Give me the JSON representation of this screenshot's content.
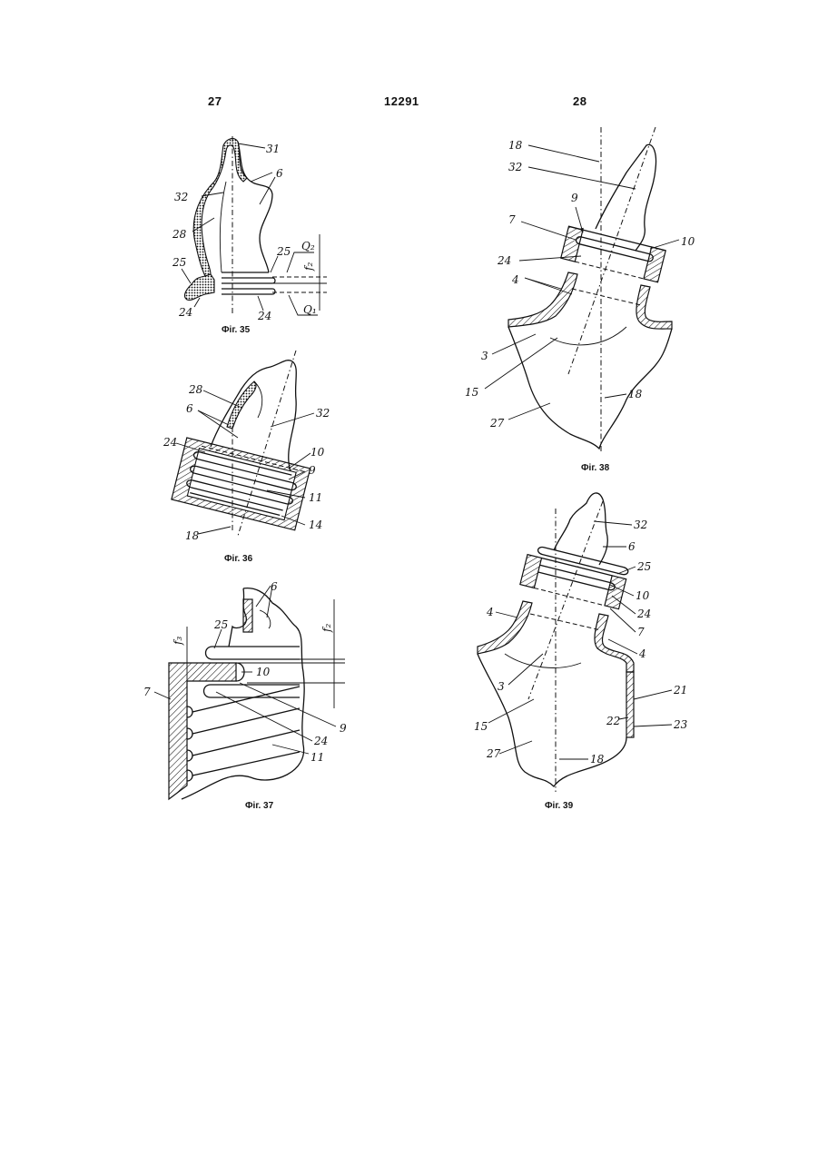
{
  "header": {
    "page_left": "27",
    "doc_number": "12291",
    "page_right": "28"
  },
  "figures": {
    "fig35": {
      "caption": "Фіг. 35",
      "labels": {
        "l31": "31",
        "l6": "6",
        "l32": "32",
        "l28": "28",
        "l25a": "25",
        "l25b": "25",
        "l24a": "24",
        "l24b": "24",
        "lQ2": "Q₂",
        "lQ1": "Q₁",
        "lf2": "f₂"
      }
    },
    "fig36": {
      "caption": "Фіг. 36",
      "labels": {
        "l28": "28",
        "l6": "6",
        "l32": "32",
        "l24": "24",
        "l10": "10",
        "l9": "9",
        "l11": "11",
        "l14": "14",
        "l18": "18"
      }
    },
    "fig37": {
      "caption": "Фіг. 37",
      "labels": {
        "l6": "6",
        "l25": "25",
        "lf3": "f₃",
        "lf2": "f₂",
        "l10": "10",
        "l7": "7",
        "l9": "9",
        "l24": "24",
        "l11": "11"
      }
    },
    "fig38": {
      "caption": "Фіг. 38",
      "labels": {
        "l18a": "18",
        "l32": "32",
        "l9": "9",
        "l7": "7",
        "l24": "24",
        "l10": "10",
        "l4": "4",
        "l3": "3",
        "l15": "15",
        "l27": "27",
        "l18b": "18"
      }
    },
    "fig39": {
      "caption": "Фіг. 39",
      "labels": {
        "l32": "32",
        "l6": "6",
        "l25": "25",
        "l10": "10",
        "l24": "24",
        "l7": "7",
        "l4a": "4",
        "l4b": "4",
        "l3": "3",
        "l21": "21",
        "l22": "22",
        "l23": "23",
        "l15": "15",
        "l27": "27",
        "l18": "18"
      }
    }
  }
}
